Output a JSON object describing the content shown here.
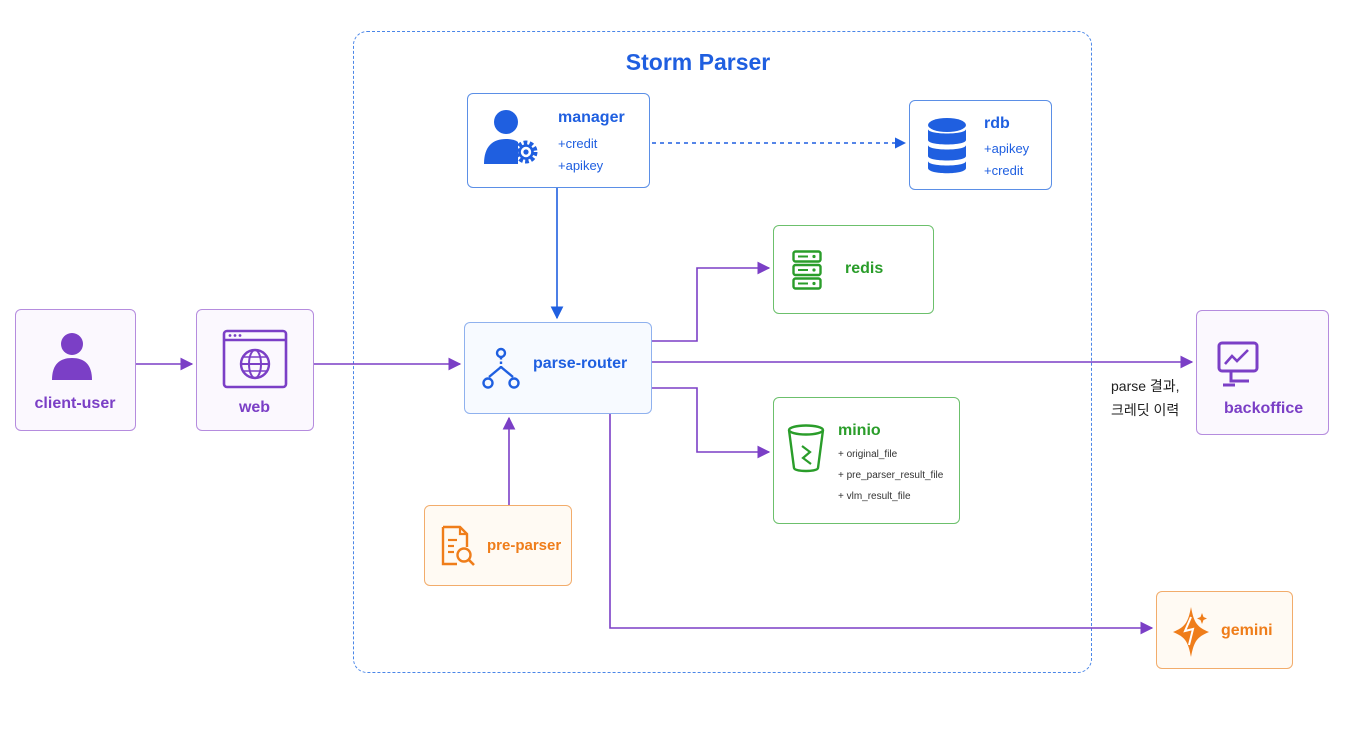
{
  "diagram": {
    "title": "Storm Parser",
    "nodes": {
      "client_user": {
        "label": "client-user",
        "icon": "user-icon"
      },
      "web": {
        "label": "web",
        "icon": "globe-browser-icon"
      },
      "manager": {
        "label": "manager",
        "attrs": [
          "+credit",
          "+apikey"
        ],
        "icon": "user-gear-icon"
      },
      "rdb": {
        "label": "rdb",
        "attrs": [
          "+apikey",
          "+credit"
        ],
        "icon": "database-icon"
      },
      "redis": {
        "label": "redis",
        "icon": "server-rack-icon"
      },
      "parse_router": {
        "label": "parse-router",
        "icon": "fork-icon"
      },
      "minio": {
        "label": "minio",
        "attrs": [
          "+ original_file",
          "+ pre_parser_result_file",
          "+ vlm_result_file"
        ],
        "icon": "bucket-icon"
      },
      "pre_parser": {
        "label": "pre-parser",
        "icon": "document-search-icon"
      },
      "backoffice": {
        "label": "backoffice",
        "icon": "monitor-chart-icon"
      },
      "gemini": {
        "label": "gemini",
        "icon": "gemini-star-icon"
      }
    },
    "edges": [
      {
        "from": "client-user",
        "to": "web"
      },
      {
        "from": "web",
        "to": "parse-router"
      },
      {
        "from": "manager",
        "to": "rdb",
        "style": "dashed"
      },
      {
        "from": "manager",
        "to": "parse-router"
      },
      {
        "from": "parse-router",
        "to": "redis"
      },
      {
        "from": "parse-router",
        "to": "backoffice",
        "label_lines": [
          "parse 결과,",
          "크레딧 이력"
        ]
      },
      {
        "from": "parse-router",
        "to": "minio"
      },
      {
        "from": "pre-parser",
        "to": "parse-router"
      },
      {
        "from": "parse-router",
        "to": "gemini"
      }
    ]
  },
  "colors": {
    "blue": "#1f5fe0",
    "purple": "#7b3fc6",
    "green": "#2a9d2a",
    "orange": "#ef7d1a",
    "boundary": "#4a86e8"
  }
}
